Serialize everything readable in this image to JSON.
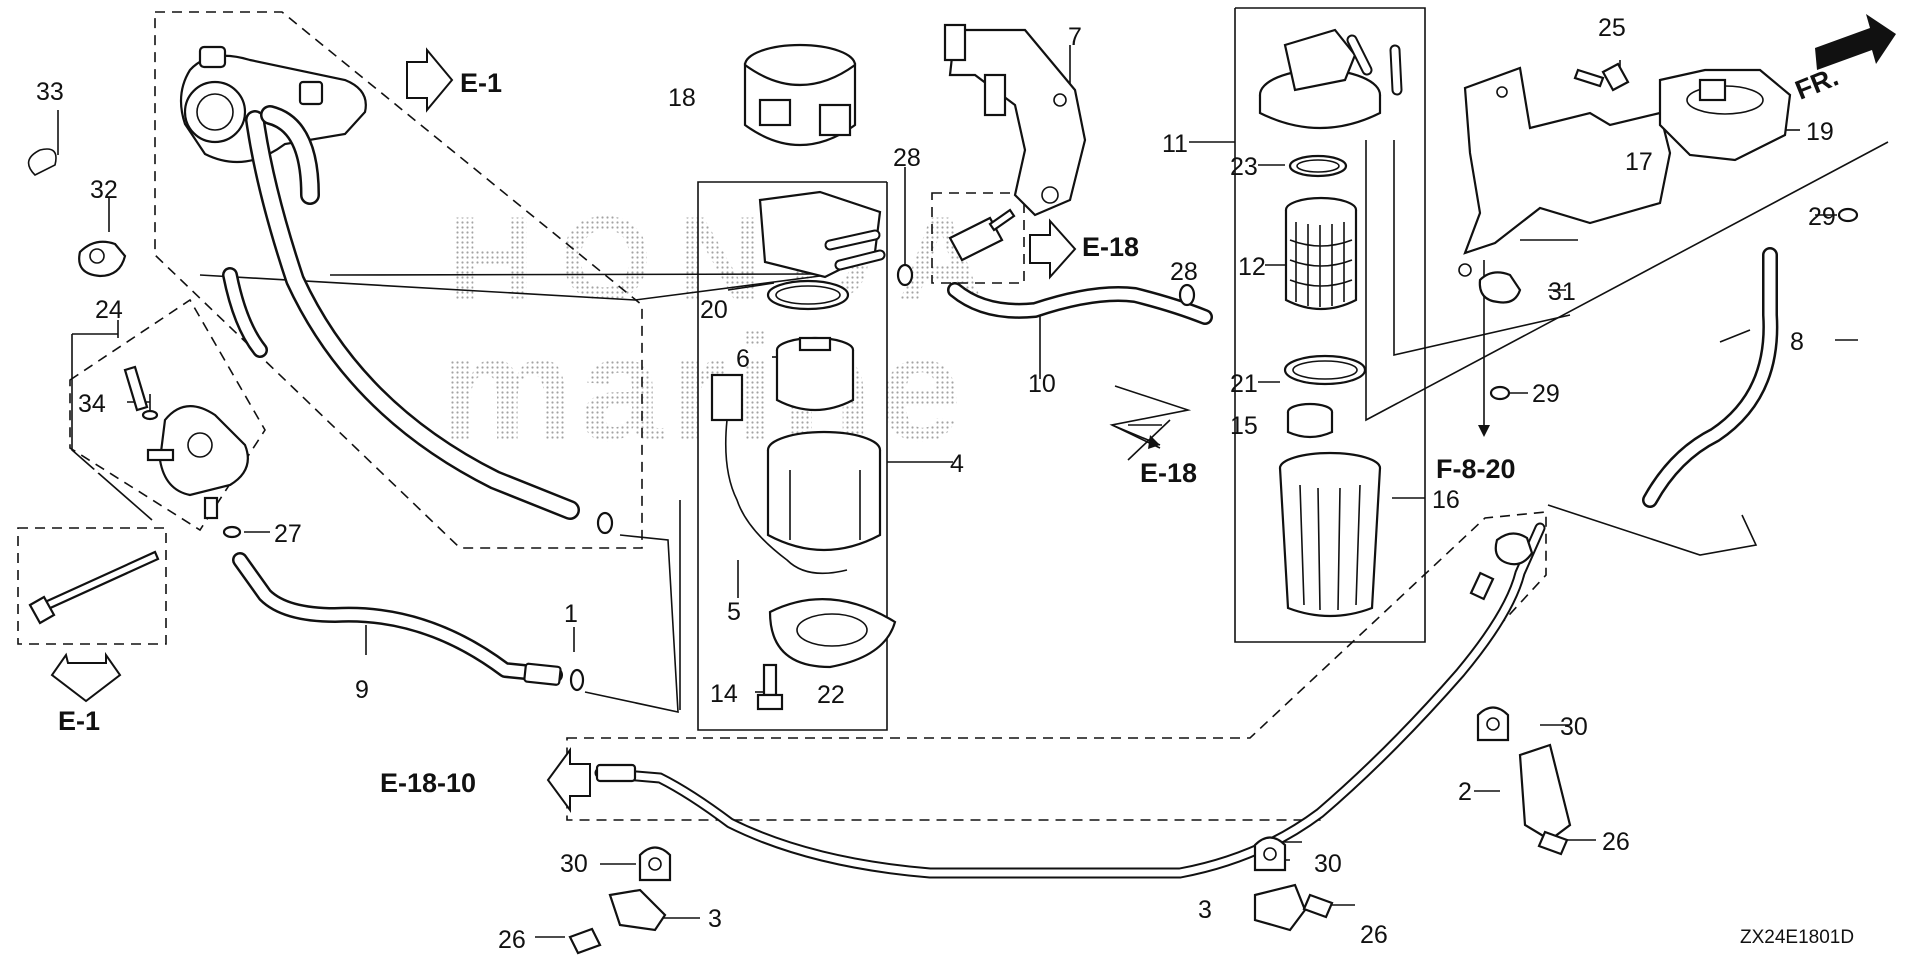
{
  "diagram": {
    "code": "ZX24E1801D",
    "callouts": [
      "1",
      "2",
      "3",
      "3",
      "4",
      "5",
      "6",
      "7",
      "8",
      "9",
      "10",
      "11",
      "12",
      "14",
      "15",
      "16",
      "17",
      "18",
      "19",
      "20",
      "21",
      "22",
      "23",
      "24",
      "25",
      "26",
      "26",
      "26",
      "27",
      "28",
      "28",
      "29",
      "29",
      "30",
      "30",
      "30",
      "31",
      "32",
      "33",
      "34"
    ],
    "refs": [
      "E-1",
      "E-1",
      "E-18",
      "E-18",
      "E-18-10",
      "F-8-20"
    ],
    "front_label": "FR.",
    "watermark": {
      "line1": "HONDA",
      "line2": "marine"
    },
    "colors": {
      "ink": "#111111",
      "paper": "#ffffff",
      "watermark": "#9a9a9a"
    }
  }
}
